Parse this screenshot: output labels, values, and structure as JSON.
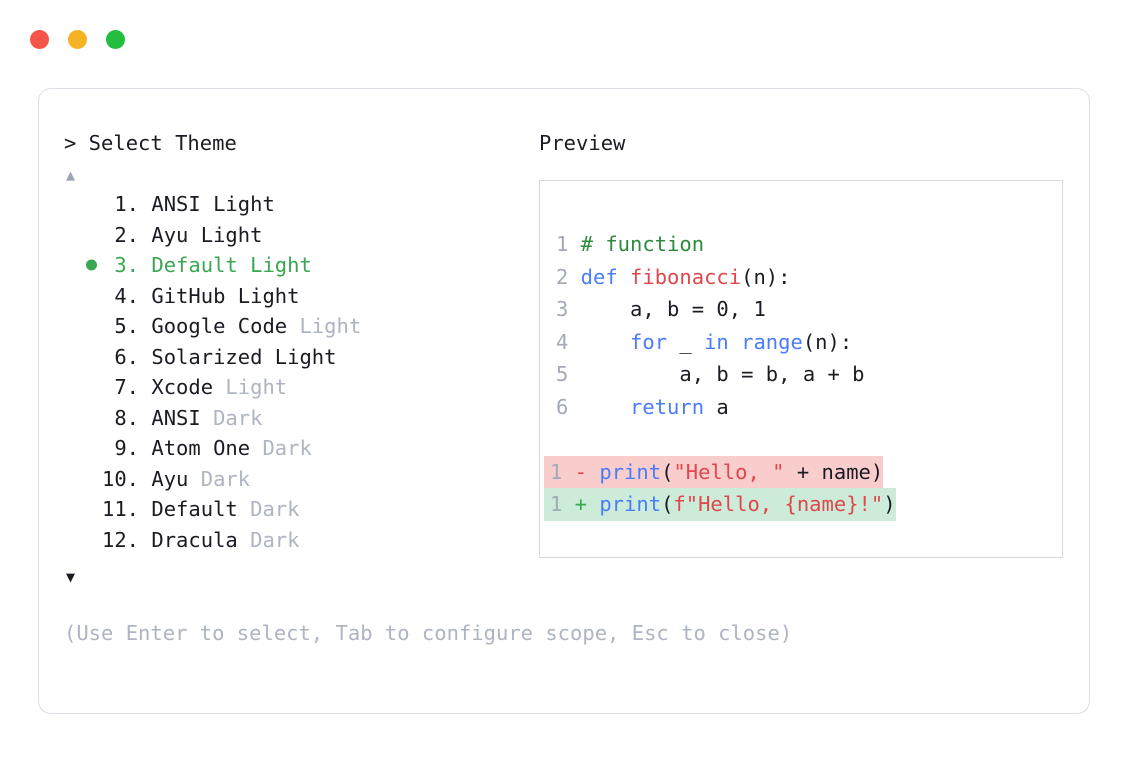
{
  "window": {
    "traffic_lights": [
      {
        "name": "close",
        "color": "#f55549"
      },
      {
        "name": "minimize",
        "color": "#f5b324"
      },
      {
        "name": "maximize",
        "color": "#23be3e"
      }
    ]
  },
  "left": {
    "prompt": "> Select Theme",
    "scroll_up_icon": "▲",
    "scroll_down_icon": "▼",
    "selected_index": 3,
    "themes": [
      {
        "num": "1.",
        "name": "ANSI Light",
        "dim_suffix": "",
        "selected": false
      },
      {
        "num": "2.",
        "name": "Ayu Light",
        "dim_suffix": "",
        "selected": false
      },
      {
        "num": "3.",
        "name": "Default Light",
        "dim_suffix": "",
        "selected": true
      },
      {
        "num": "4.",
        "name": "GitHub Light",
        "dim_suffix": "",
        "selected": false
      },
      {
        "num": "5.",
        "name": "Google Code",
        "dim_suffix": "Light",
        "selected": false
      },
      {
        "num": "6.",
        "name": "Solarized Light",
        "dim_suffix": "",
        "selected": false
      },
      {
        "num": "7.",
        "name": "Xcode",
        "dim_suffix": "Light",
        "selected": false
      },
      {
        "num": "8.",
        "name": "ANSI",
        "dim_suffix": "Dark",
        "selected": false
      },
      {
        "num": "9.",
        "name": "Atom One",
        "dim_suffix": "Dark",
        "selected": false
      },
      {
        "num": "10.",
        "name": "Ayu",
        "dim_suffix": "Dark",
        "selected": false
      },
      {
        "num": "11.",
        "name": "Default",
        "dim_suffix": "Dark",
        "selected": false
      },
      {
        "num": "12.",
        "name": "Dracula",
        "dim_suffix": "Dark",
        "selected": false
      }
    ],
    "footer_hint": "(Use Enter to select, Tab to configure scope, Esc to close)"
  },
  "preview": {
    "label": "Preview",
    "code_lines": [
      {
        "ln": "1",
        "tokens": [
          {
            "t": "# function",
            "c": "comment"
          }
        ]
      },
      {
        "ln": "2",
        "tokens": [
          {
            "t": "def ",
            "c": "kw"
          },
          {
            "t": "fibonacci",
            "c": "fn"
          },
          {
            "t": "(n):",
            "c": "plain"
          }
        ]
      },
      {
        "ln": "3",
        "tokens": [
          {
            "t": "    a, b = ",
            "c": "plain"
          },
          {
            "t": "0",
            "c": "num"
          },
          {
            "t": ", ",
            "c": "plain"
          },
          {
            "t": "1",
            "c": "num"
          }
        ]
      },
      {
        "ln": "4",
        "tokens": [
          {
            "t": "    ",
            "c": "plain"
          },
          {
            "t": "for",
            "c": "kw"
          },
          {
            "t": " _ ",
            "c": "plain"
          },
          {
            "t": "in",
            "c": "kw"
          },
          {
            "t": " ",
            "c": "plain"
          },
          {
            "t": "range",
            "c": "builtin"
          },
          {
            "t": "(n):",
            "c": "plain"
          }
        ]
      },
      {
        "ln": "5",
        "tokens": [
          {
            "t": "        a, b = b, a + b",
            "c": "plain"
          }
        ]
      },
      {
        "ln": "6",
        "tokens": [
          {
            "t": "    ",
            "c": "plain"
          },
          {
            "t": "return",
            "c": "kw"
          },
          {
            "t": " a",
            "c": "plain"
          }
        ]
      }
    ],
    "diff_lines": [
      {
        "ln": "1",
        "marker": "-",
        "kind": "del",
        "tokens": [
          {
            "t": "print",
            "c": "builtin"
          },
          {
            "t": "(",
            "c": "plain"
          },
          {
            "t": "\"Hello, \"",
            "c": "str"
          },
          {
            "t": " + name)",
            "c": "plain"
          }
        ]
      },
      {
        "ln": "1",
        "marker": "+",
        "kind": "add",
        "tokens": [
          {
            "t": "print",
            "c": "builtin"
          },
          {
            "t": "(",
            "c": "plain"
          },
          {
            "t": "f\"Hello, {name}!\"",
            "c": "str"
          },
          {
            "t": ")",
            "c": "plain"
          }
        ]
      }
    ]
  }
}
